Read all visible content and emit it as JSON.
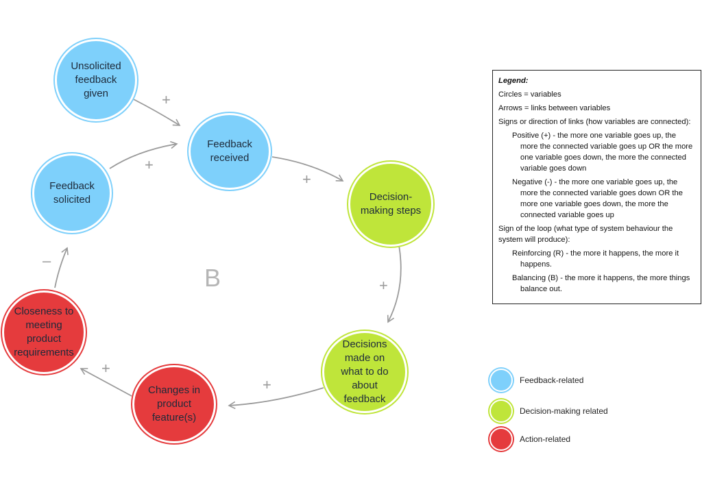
{
  "nodes": {
    "unsolicited": "Unsolicited feedback given",
    "received": "Feedback received",
    "decision_steps": "Decision-making steps",
    "decisions_made": "Decisions made on what to do about feedback",
    "changes": "Changes in product feature(s)",
    "closeness": "Closeness to meeting product requirements",
    "solicited": "Feedback solicited"
  },
  "signs": {
    "unsolicited_to_received": "+",
    "solicited_to_received": "+",
    "received_to_decision_steps": "+",
    "decision_steps_to_decisions_made": "+",
    "decisions_made_to_changes": "+",
    "changes_to_closeness": "+",
    "closeness_to_solicited": "–"
  },
  "loop_label": "B",
  "legend": {
    "title": "Legend:",
    "lines": [
      "Circles = variables",
      "Arrows = links between variables",
      "Signs or direction of links (how variables are connected):",
      "Positive (+) - the more one variable goes up, the more the connected variable goes up OR the more one variable goes down, the more the connected variable goes down",
      "Negative (-) - the more one variable goes up, the more the connected variable goes down OR the more one variable goes down, the more the connected variable goes up",
      "Sign of the loop (what type of system behaviour the system will produce):",
      "Reinforcing (R) - the more it happens, the more it happens.",
      "Balancing (B) - the more it happens, the more things balance out."
    ]
  },
  "key": [
    {
      "label": "Feedback-related",
      "color": "#7ed0fb"
    },
    {
      "label": "Decision-making related",
      "color": "#bfe53a"
    },
    {
      "label": "Action-related",
      "color": "#e53b3d"
    }
  ],
  "colors": {
    "feedback": "#7ed0fb",
    "decision": "#bfe53a",
    "action": "#e53b3d",
    "arrow": "#9a9a9a"
  }
}
